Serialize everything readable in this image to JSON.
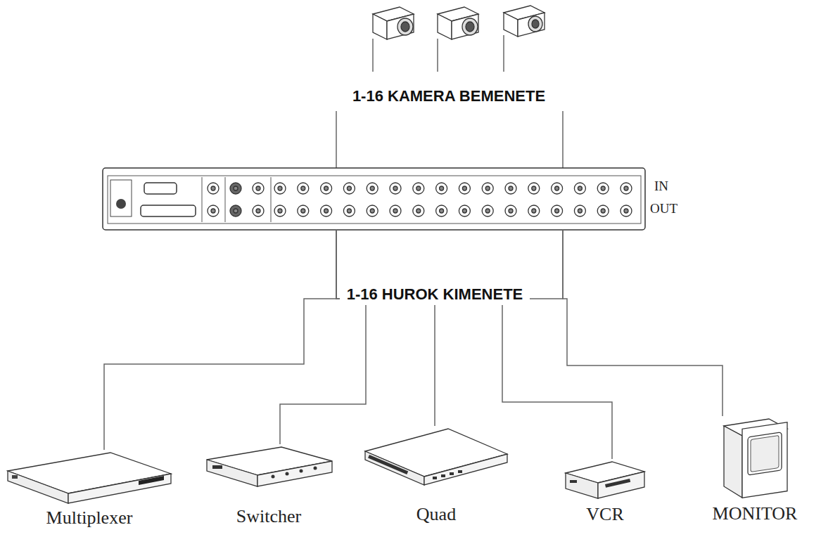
{
  "diagram": {
    "nodes": [
      {
        "text": [
          "IN",
          "OUT"
        ]
      },
      {
        "text": [
          "Multiplexer"
        ]
      },
      {
        "text": [
          "Switcher"
        ]
      },
      {
        "text": [
          "Quad"
        ]
      },
      {
        "text": [
          "VCR"
        ]
      },
      {
        "text": [
          "MONITOR"
        ]
      }
    ],
    "edges": [
      {
        "from": 0,
        "to": 1,
        "arrow": "none"
      },
      {
        "from": 0,
        "to": 2,
        "arrow": "none"
      },
      {
        "from": 0,
        "to": 3,
        "arrow": "none"
      },
      {
        "from": 0,
        "to": 4,
        "arrow": "none"
      },
      {
        "from": 0,
        "to": 5,
        "arrow": "none"
      }
    ],
    "labels": [
      "1-16 KAMERA BEMENETE",
      "1-16 HUROK KIMENETE"
    ]
  }
}
